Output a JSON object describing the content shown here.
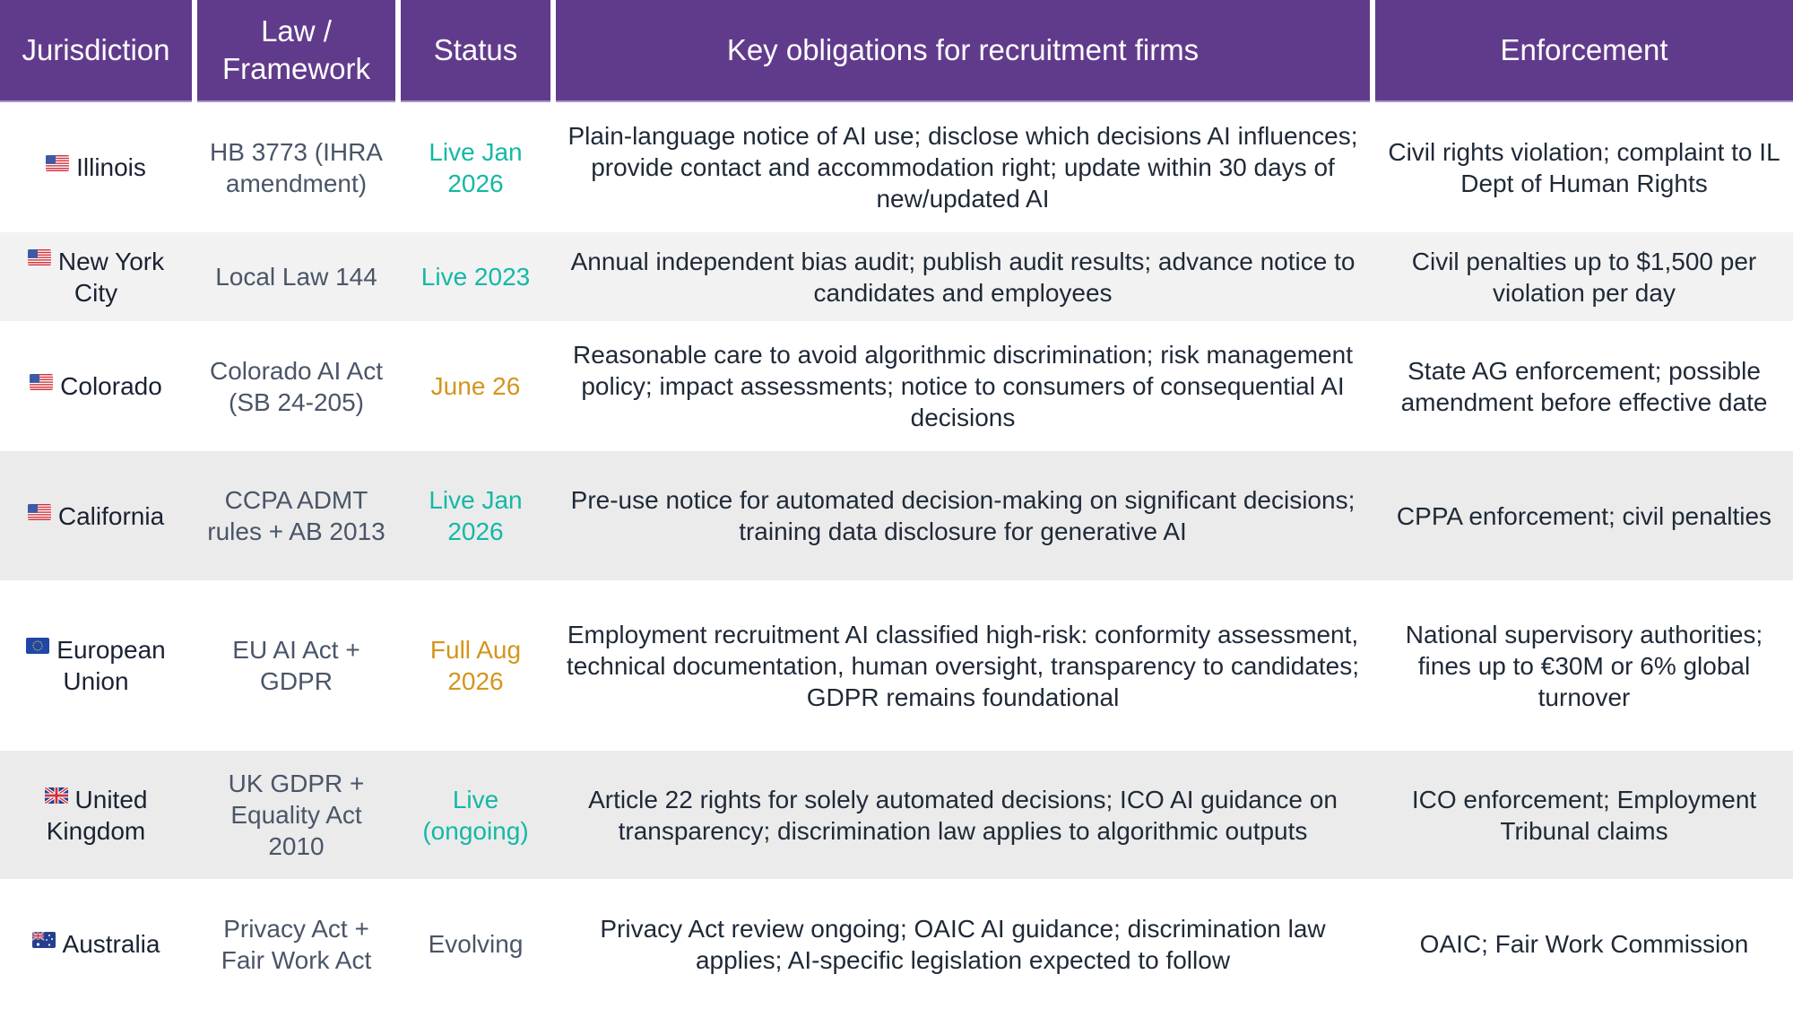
{
  "colors": {
    "header_bg": "#613b8b",
    "status_live": "#14b8a6",
    "status_upcoming": "#d4951c",
    "status_evolving": "#4a5568",
    "row_alt_light": "#f2f2f2",
    "row_alt": "#ebebeb"
  },
  "header": {
    "jurisdiction": "Jurisdiction",
    "law": "Law / Framework",
    "status": "Status",
    "obligations": "Key obligations for recruitment firms",
    "enforcement": "Enforcement"
  },
  "rows": [
    {
      "flag": "us-flag-icon",
      "jurisdiction": "Illinois",
      "law": "HB 3773 (IHRA amendment)",
      "status": "Live Jan 2026",
      "status_color": "#14b8a6",
      "obligations": "Plain-language notice of AI use; disclose which decisions AI influences; provide contact and accommodation right; update within 30 days of new/updated AI",
      "enforcement": "Civil rights violation; complaint to IL Dept of Human Rights"
    },
    {
      "flag": "us-flag-icon",
      "jurisdiction": "New York City",
      "law": "Local Law 144",
      "status": "Live 2023",
      "status_color": "#14b8a6",
      "obligations": "Annual independent bias audit; publish audit results; advance notice to candidates and employees",
      "enforcement": "Civil penalties up to $1,500 per violation per day"
    },
    {
      "flag": "us-flag-icon",
      "jurisdiction": "Colorado",
      "law": "Colorado AI Act (SB 24-205)",
      "status": "June 26",
      "status_color": "#d4951c",
      "obligations": "Reasonable care to avoid algorithmic discrimination; risk management policy; impact assessments; notice to consumers of consequential AI decisions",
      "enforcement": "State AG enforcement; possible amendment before effective date"
    },
    {
      "flag": "us-flag-icon",
      "jurisdiction": "California",
      "law": "CCPA ADMT rules + AB 2013",
      "status": "Live Jan 2026",
      "status_color": "#14b8a6",
      "obligations": "Pre-use notice for automated decision-making on significant decisions; training data disclosure for generative AI",
      "enforcement": "CPPA enforcement; civil penalties"
    },
    {
      "flag": "eu-flag-icon",
      "jurisdiction": "European Union",
      "law": "EU AI Act + GDPR",
      "status": "Full Aug 2026",
      "status_color": "#d4951c",
      "obligations": "Employment recruitment AI classified high-risk: conformity assessment, technical documentation, human oversight, transparency to candidates; GDPR remains foundational",
      "enforcement": "National supervisory authorities; fines up to €30M or 6% global turnover"
    },
    {
      "flag": "uk-flag-icon",
      "jurisdiction": "United Kingdom",
      "law": "UK GDPR + Equality Act 2010",
      "status": "Live (ongoing)",
      "status_color": "#14b8a6",
      "obligations": "Article 22 rights for solely automated decisions; ICO AI guidance on transparency; discrimination law applies to algorithmic outputs",
      "enforcement": "ICO enforcement; Employment Tribunal claims"
    },
    {
      "flag": "au-flag-icon",
      "jurisdiction": "Australia",
      "law": "Privacy Act + Fair Work Act",
      "status": "Evolving",
      "status_color": "#4a5568",
      "obligations": "Privacy Act review ongoing; OAIC AI guidance; discrimination law applies; AI-specific legislation expected to follow",
      "enforcement": "OAIC; Fair Work Commission"
    }
  ]
}
